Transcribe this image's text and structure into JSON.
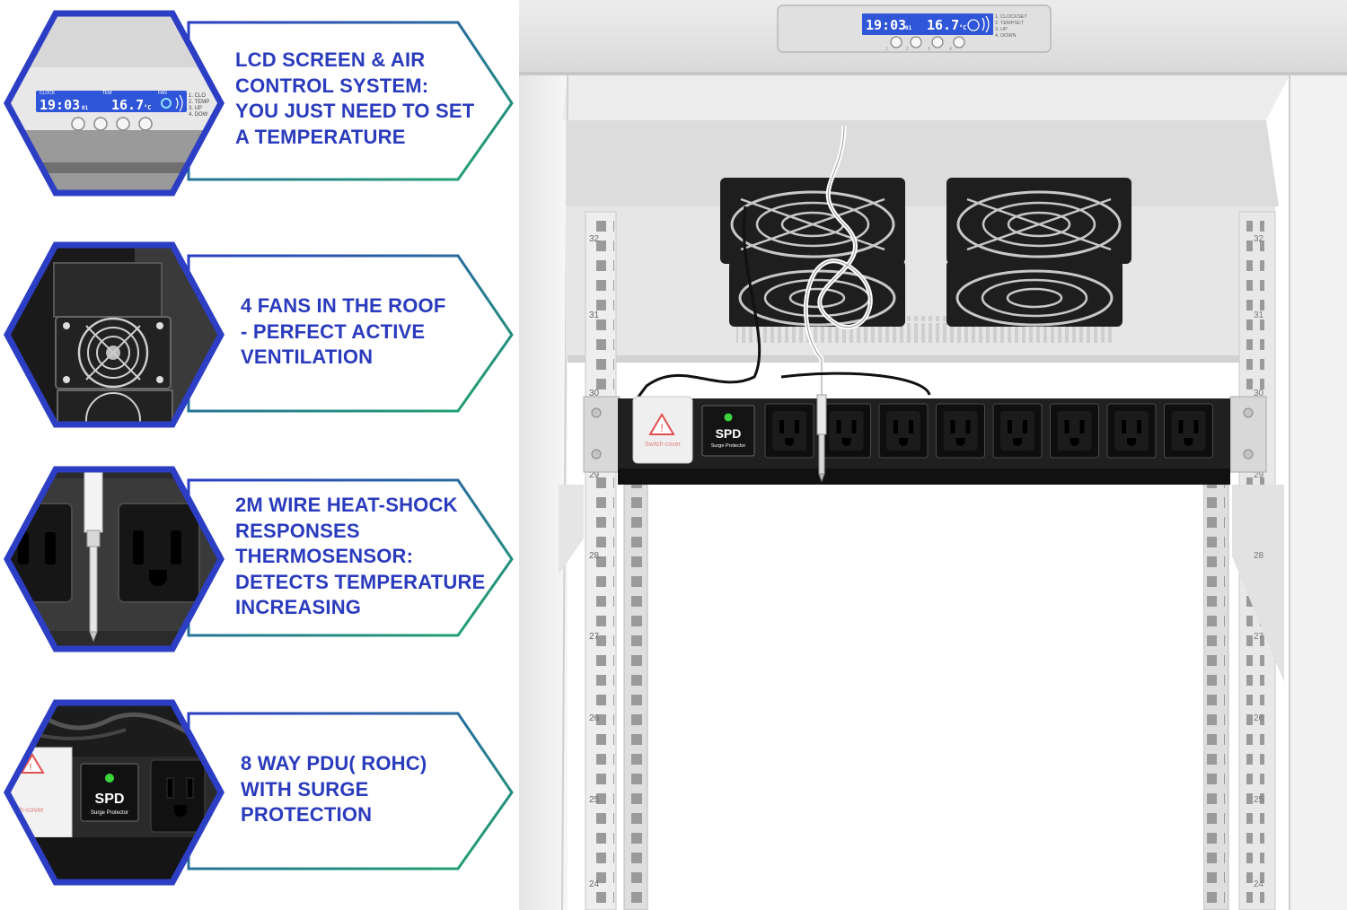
{
  "features": [
    {
      "lines": [
        "LCD SCREEN & AIR",
        "CONTROL SYSTEM:",
        "YOU JUST NEED TO SET",
        "A TEMPERATURE"
      ],
      "icon": "lcd-panel"
    },
    {
      "lines": [
        "4 FANS IN THE ROOF",
        "- PERFECT ACTIVE",
        "VENTILATION"
      ],
      "icon": "roof-fan"
    },
    {
      "lines": [
        " 2M WIRE HEAT-SHOCK",
        "RESPONSES",
        "THERMOSENSOR:",
        "DETECTS TEMPERATURE",
        "INCREASING"
      ],
      "icon": "thermosensor-probe"
    },
    {
      "lines": [
        "8 WAY PDU( ROHC)",
        "WITH SURGE",
        "PROTECTION"
      ],
      "icon": "pdu-socket"
    }
  ],
  "lcd": {
    "clock_label": "CLOCK",
    "temp_label": "TEM",
    "fan_label": "FAN",
    "time": "19:03",
    "time_suffix": "01",
    "temperature": "16.7",
    "temp_unit": "°C",
    "menu": [
      "1. CLOCKSET",
      "2. TEMPSET",
      "3. UP",
      "4. DOWN"
    ],
    "inset_menu": [
      "1. CLO",
      "2. TEMP",
      "3. UP",
      "4. DOW"
    ],
    "button_numbers": [
      "1",
      "2",
      "3",
      "4"
    ]
  },
  "pdu": {
    "spd_label": "SPD",
    "spd_sub": "Surge Protector",
    "switch_cover": "Switch-cover",
    "inset_switch_cover": "itch-cover",
    "outlet_count": 8
  },
  "rack_units": [
    "32",
    "31",
    "30",
    "29",
    "28",
    "27",
    "26",
    "25",
    "24"
  ],
  "colors": {
    "headline": "#2a3bbd",
    "frame_blue": "#2c3ec4",
    "frame_green": "#22a86a",
    "lcd_blue": "#2f55d8",
    "cabinet": "#f1f1f1"
  }
}
